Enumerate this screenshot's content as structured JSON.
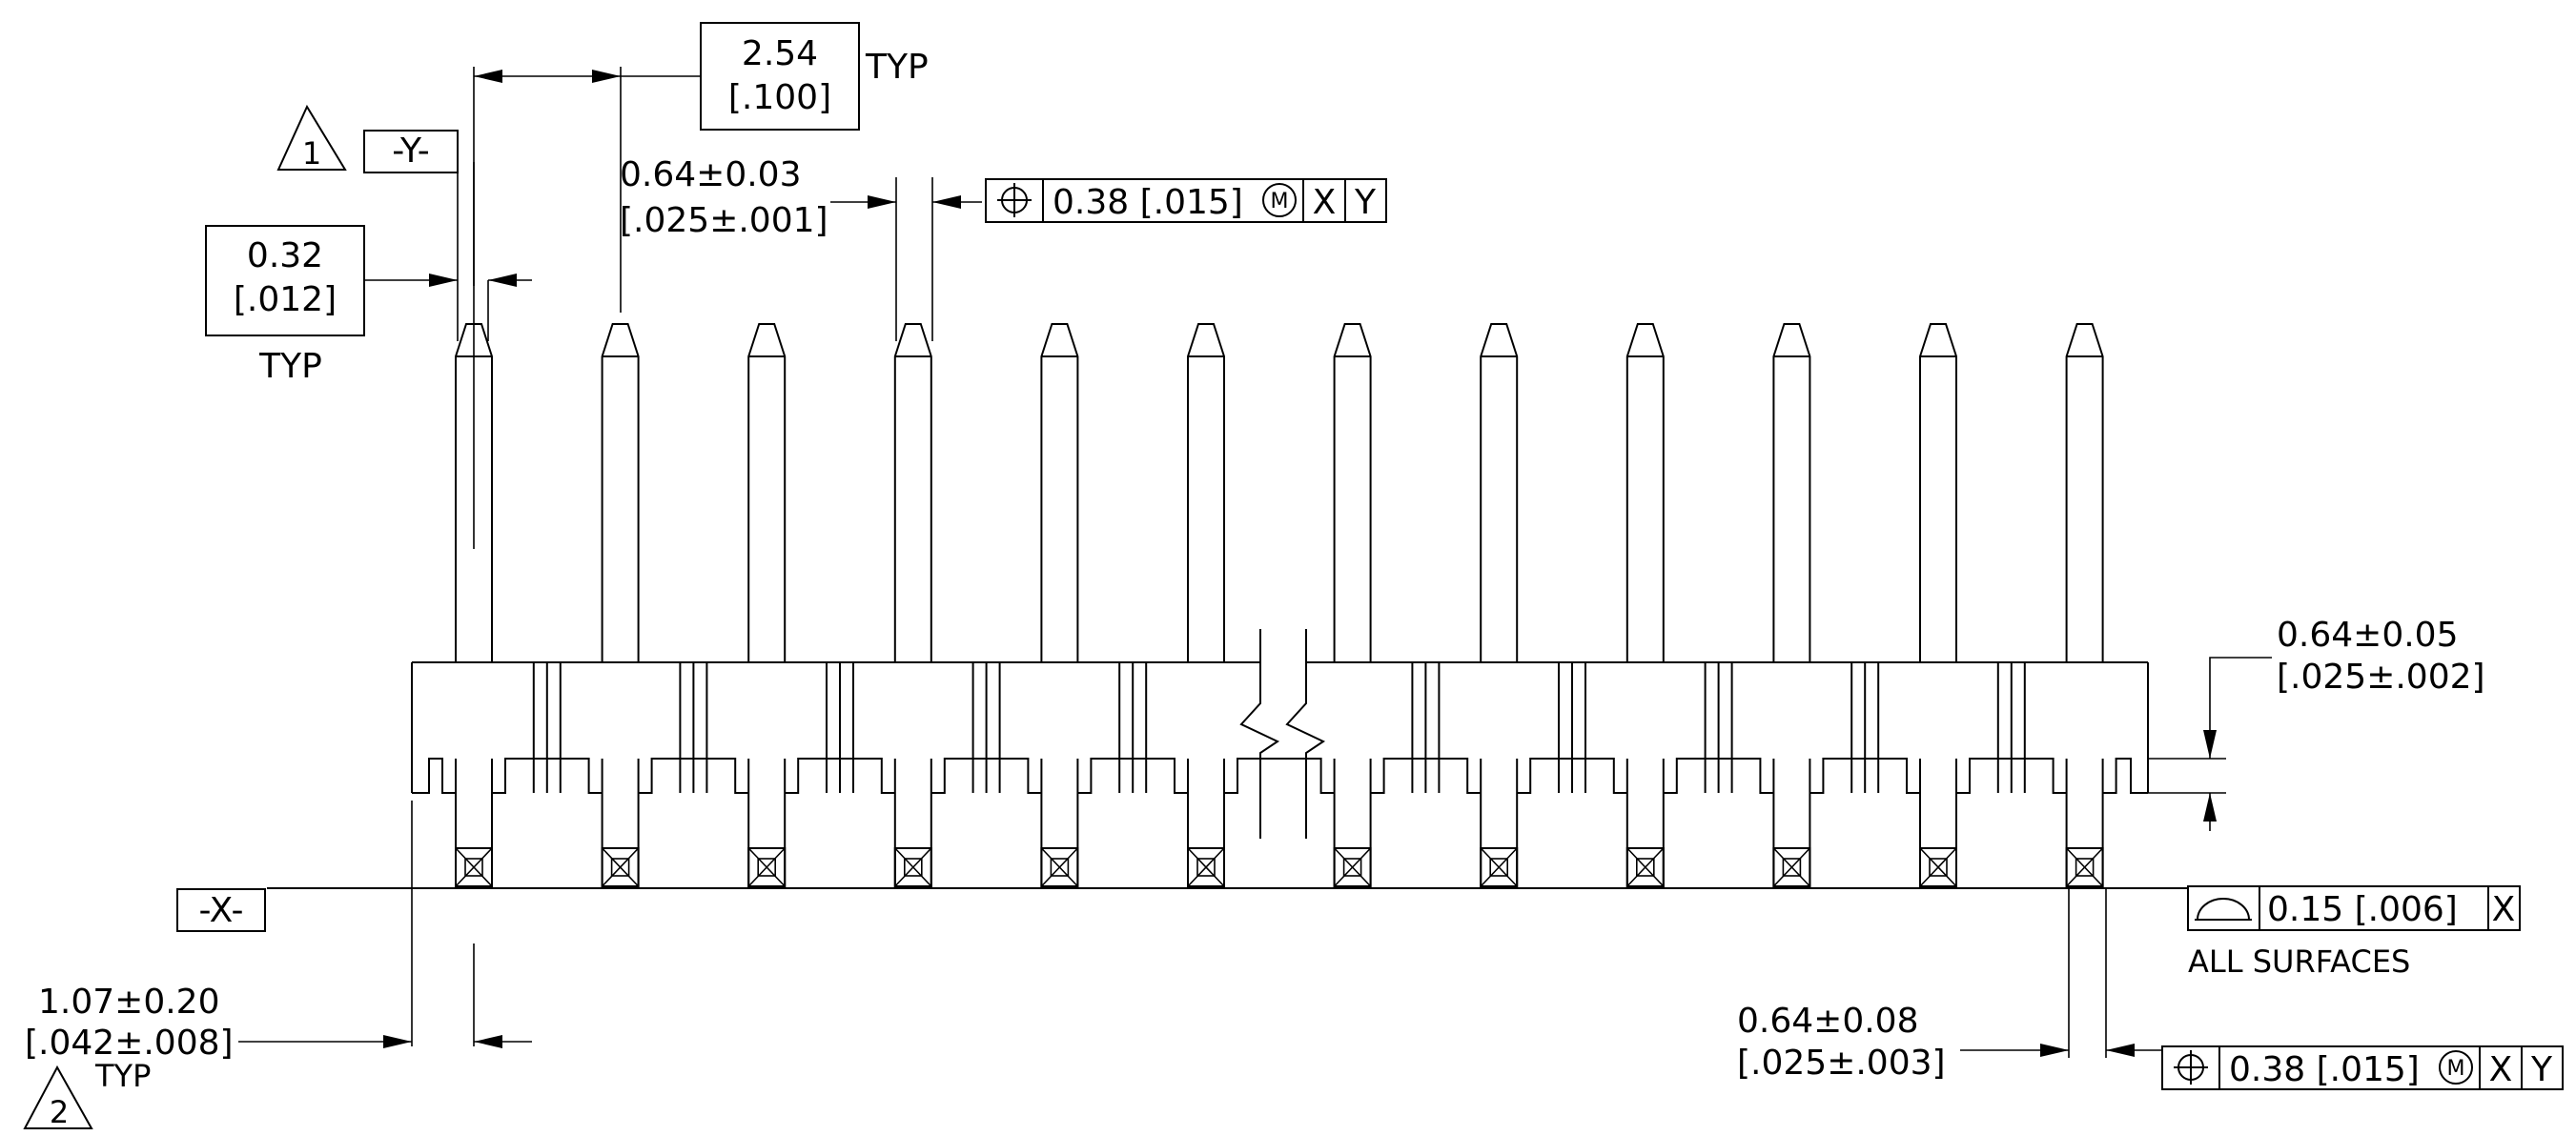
{
  "dimensions": {
    "pitch": {
      "mm": "2.54",
      "inch": "[.100]",
      "note": "TYP"
    },
    "pin_width": {
      "mm": "0.32",
      "inch": "[.012]",
      "note": "TYP"
    },
    "pin_tip_width": {
      "mm": "0.64±0.03",
      "inch": "[.025±.001]"
    },
    "pin_offset": {
      "mm": "1.07±0.20",
      "inch": "[.042±.008]",
      "note": "TYP"
    },
    "standoff": {
      "mm": "0.64±0.05",
      "inch": "[.025±.002]"
    },
    "tail_width": {
      "mm": "0.64±0.08",
      "inch": "[.025±.003]"
    }
  },
  "datums": {
    "y": "-Y-",
    "x": "-X-"
  },
  "notes": {
    "flag1": "1",
    "flag2": "2"
  },
  "fcf_top": {
    "symbol": "position-icon",
    "value": "0.38 [.015]",
    "modifier": "M",
    "datum1": "X",
    "datum2": "Y"
  },
  "fcf_bottom": {
    "symbol": "position-icon",
    "value": "0.38 [.015]",
    "modifier": "M",
    "datum1": "X",
    "datum2": "Y"
  },
  "profile": {
    "symbol": "profile-of-surface-icon",
    "value": "0.15 [.006]",
    "datum": "X",
    "note": "ALL SURFACES"
  },
  "pins": {
    "count": 12
  }
}
